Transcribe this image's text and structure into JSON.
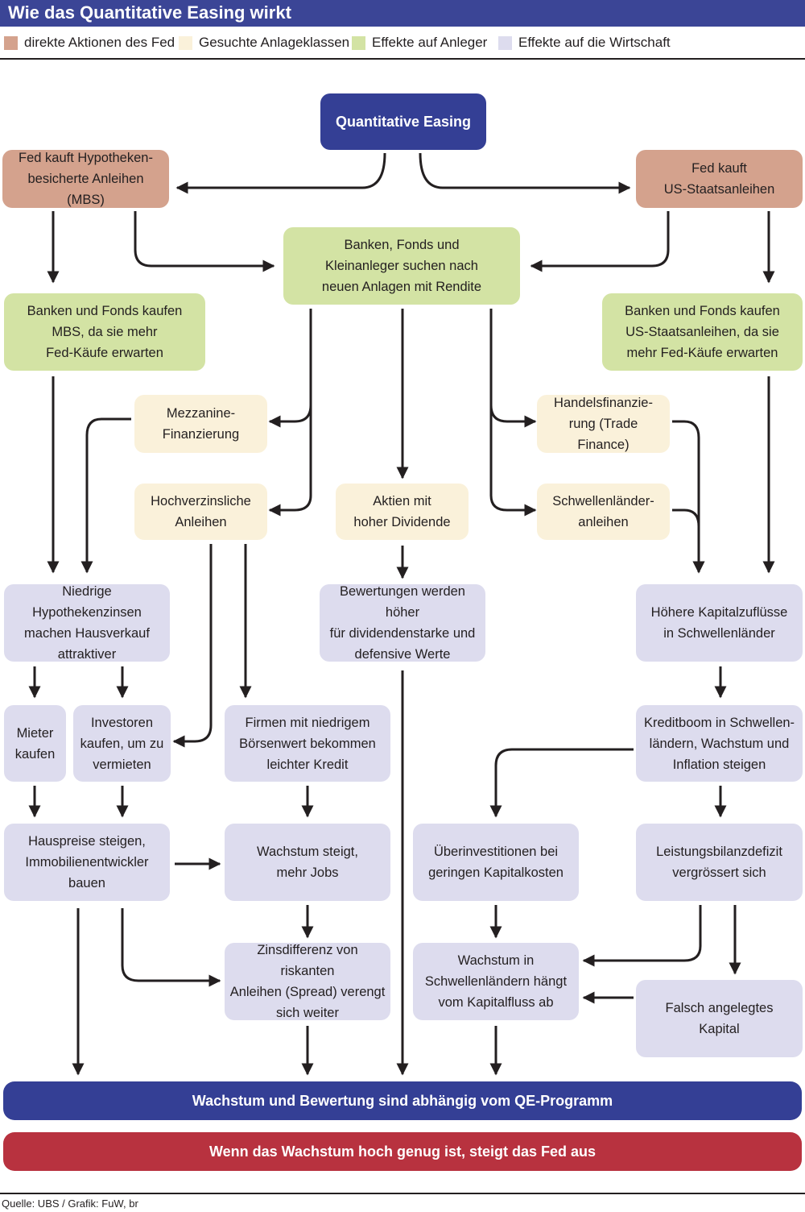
{
  "title": "Wie das Quantitative Easing wirkt",
  "legend": [
    {
      "label": "direkte Aktionen des Fed",
      "color": "#d4a28d"
    },
    {
      "label": "Gesuchte Anlageklassen",
      "color": "#faf1da"
    },
    {
      "label": "Effekte auf Anleger",
      "color": "#d3e3a4"
    },
    {
      "label": "Effekte auf die Wirtschaft",
      "color": "#dddcee"
    }
  ],
  "nodes": {
    "qe": "Quantitative Easing",
    "fed_mbs": "Fed kauft Hypotheken-\nbesicherte  Anleihen (MBS)",
    "fed_treasuries": "Fed kauft\nUS-Staatsanleihen",
    "search_yield": "Banken, Fonds und\nKleinanleger suchen nach\nneuen Anlagen mit Rendite",
    "banks_mbs": "Banken und Fonds kaufen\nMBS, da sie mehr\nFed-Käufe erwarten",
    "banks_treasuries": "Banken und Fonds kaufen\nUS-Staatsanleihen, da sie\nmehr Fed-Käufe erwarten",
    "mezzanine": "Mezzanine-\nFinanzierung",
    "trade_finance": "Handelsfinanzie-\nrung (Trade Finance)",
    "high_yield": "Hochverzinsliche\nAnleihen",
    "dividend_stocks": "Aktien mit\nhoher Dividende",
    "em_bonds": "Schwellenländer-\nanleihen",
    "low_mortgage": "Niedrige Hypothekenzinsen\nmachen Hausverkauf\nattraktiver",
    "valuations": "Bewertungen werden höher\nfür dividendenstarke und\ndefensive Werte",
    "capital_inflows": "Höhere Kapitalzuflüsse\nin Schwellenländer",
    "renters_buy": "Mieter\nkaufen",
    "investors_buy": "Investoren\nkaufen, um zu\nvermieten",
    "firms_credit": "Firmen mit niedrigem\nBörsenwert bekommen\nleichter Kredit",
    "credit_boom": "Kreditboom in Schwellen-\nländern, Wachstum und\nInflation steigen",
    "house_prices": "Hauspreise steigen,\nImmobilienentwickler\nbauen",
    "growth_jobs": "Wachstum steigt,\nmehr Jobs",
    "overinvestment": "Überinvestitionen bei\ngeringen Kapitalkosten",
    "current_account": "Leistungsbilanzdefizit\nvergrössert sich",
    "spread": "Zinsdifferenz von riskanten\nAnleihen (Spread) verengt\nsich weiter",
    "em_growth": "Wachstum in\nSchwellenländern hängt\nvom Kapitalfluss ab",
    "misallocated": "Falsch angelegtes\nKapital"
  },
  "bottom_bars": {
    "dependence": "Wachstum und Bewertung sind abhängig vom QE-Programm",
    "exit": "Wenn das Wachstum hoch genug ist, steigt das Fed aus"
  },
  "colors": {
    "header": "#3b4596",
    "qe": "#343f95",
    "exit": "#b8323f",
    "arrow": "#231f20"
  },
  "source": "Quelle: UBS / Grafik: FuW, br"
}
